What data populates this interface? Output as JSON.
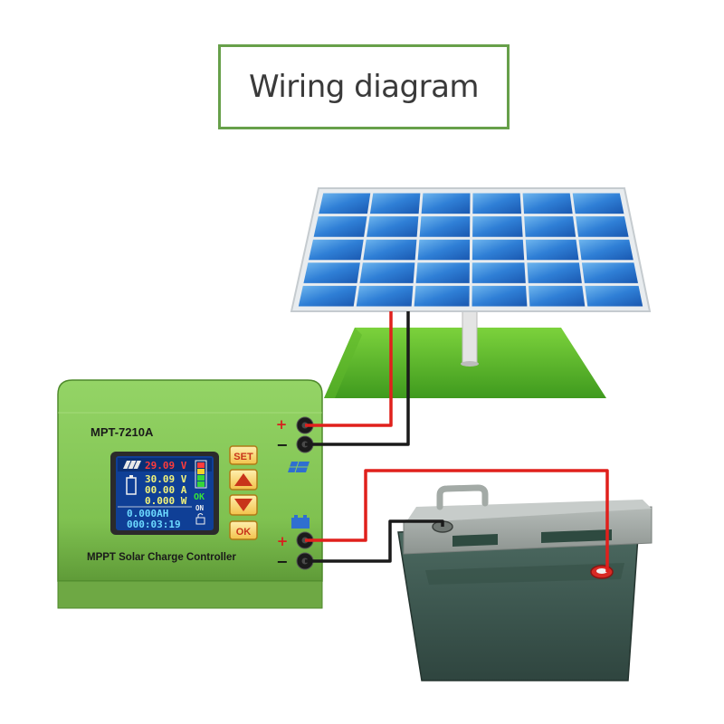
{
  "title": "Wiring diagram",
  "controller": {
    "model": "MPT-7210A",
    "subtitle": "MPPT Solar Charge Controller",
    "lcd": {
      "panel_voltage": "29.09 V",
      "battery_voltage": "30.09 V",
      "current": "00.00 A",
      "power": "0.000 W",
      "charge_ah": "0.000AH",
      "time": "000:03:19",
      "status_ok": "OK",
      "status_on": "ON"
    },
    "buttons": {
      "set": "SET",
      "ok": "OK"
    },
    "terminals": {
      "pv_plus": "+",
      "pv_minus": "−",
      "batt_plus": "+",
      "batt_minus": "−"
    }
  },
  "colors": {
    "frame": "#67a04a",
    "controller_green": "#8ccc5c",
    "wire_red": "#e0201c",
    "wire_black": "#1a1a1a",
    "battery_body": "#3f5a52"
  },
  "icons": [
    "solar-panel-icon",
    "battery-icon",
    "up-arrow-icon",
    "down-arrow-icon",
    "lock-icon"
  ]
}
